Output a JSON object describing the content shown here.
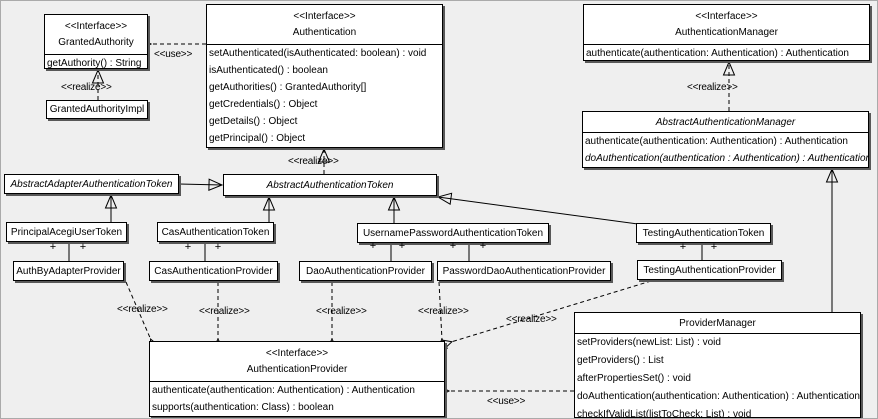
{
  "labels": {
    "realize": "<<realize>>",
    "use": "<<use>>",
    "plus": "+",
    "interface_stereotype": "<<Interface>>"
  },
  "classes": {
    "granted_authority": {
      "stereotype": "<<Interface>>",
      "name": "GrantedAuthority",
      "methods": [
        "getAuthority() : String"
      ]
    },
    "granted_authority_impl": {
      "name": "GrantedAuthorityImpl"
    },
    "authentication": {
      "stereotype": "<<Interface>>",
      "name": "Authentication",
      "methods": [
        "setAuthenticated(isAuthenticated: boolean) : void",
        "isAuthenticated() : boolean",
        "getAuthorities() : GrantedAuthority[]",
        "getCredentials() : Object",
        "getDetails() : Object",
        "getPrincipal() : Object"
      ]
    },
    "authentication_manager": {
      "stereotype": "<<Interface>>",
      "name": "AuthenticationManager",
      "methods": [
        "authenticate(authentication: Authentication) : Authentication"
      ]
    },
    "abstract_authentication_manager": {
      "name": "AbstractAuthenticationManager",
      "methods": [
        "authenticate(authentication: Authentication) : Authentication",
        "doAuthentication(authentication : Authentication) : Authentication"
      ]
    },
    "abstract_adapter_authentication_token": {
      "name": "AbstractAdapterAuthenticationToken"
    },
    "abstract_authentication_token": {
      "name": "AbstractAuthenticationToken"
    },
    "principal_acegi_user_token": {
      "name": "PrincipalAcegiUserToken"
    },
    "cas_authentication_token": {
      "name": "CasAuthenticationToken"
    },
    "username_password_authentication_token": {
      "name": "UsernamePasswordAuthenticationToken"
    },
    "testing_authentication_token": {
      "name": "TestingAuthenticationToken"
    },
    "auth_by_adapter_provider": {
      "name": "AuthByAdapterProvider"
    },
    "cas_authentication_provider": {
      "name": "CasAuthenticationProvider"
    },
    "dao_authentication_provider": {
      "name": "DaoAuthenticationProvider"
    },
    "password_dao_authentication_provider": {
      "name": "PasswordDaoAuthenticationProvider"
    },
    "testing_authentication_provider": {
      "name": "TestingAuthenticationProvider"
    },
    "authentication_provider": {
      "stereotype": "<<Interface>>",
      "name": "AuthenticationProvider",
      "methods": [
        "authenticate(authentication: Authentication) : Authentication",
        "supports(authentication: Class) : boolean"
      ]
    },
    "provider_manager": {
      "name": "ProviderManager",
      "methods": [
        "setProviders(newList: List) : void",
        "getProviders() : List",
        "afterPropertiesSet() : void",
        "doAuthentication(authentication: Authentication) : Authentication",
        "checkIfValidList(listToCheck: List) : void"
      ]
    }
  },
  "colors": {
    "background": "#efefef",
    "box_fill": "#ffffff",
    "line": "#000000",
    "shadow": "#585858"
  }
}
